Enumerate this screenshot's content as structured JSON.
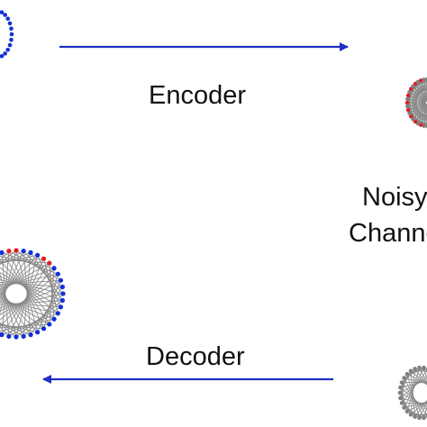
{
  "labels": {
    "encoder": "Encoder",
    "decoder": "Decoder",
    "noisy_line1": "Noisy",
    "noisy_line2": "Channel"
  },
  "colors": {
    "arrow": "#1f2fc0",
    "node_blue": "#1030d8",
    "node_red": "#e02020",
    "node_gray": "#808080",
    "edge_gray": "#8a8a8a"
  }
}
